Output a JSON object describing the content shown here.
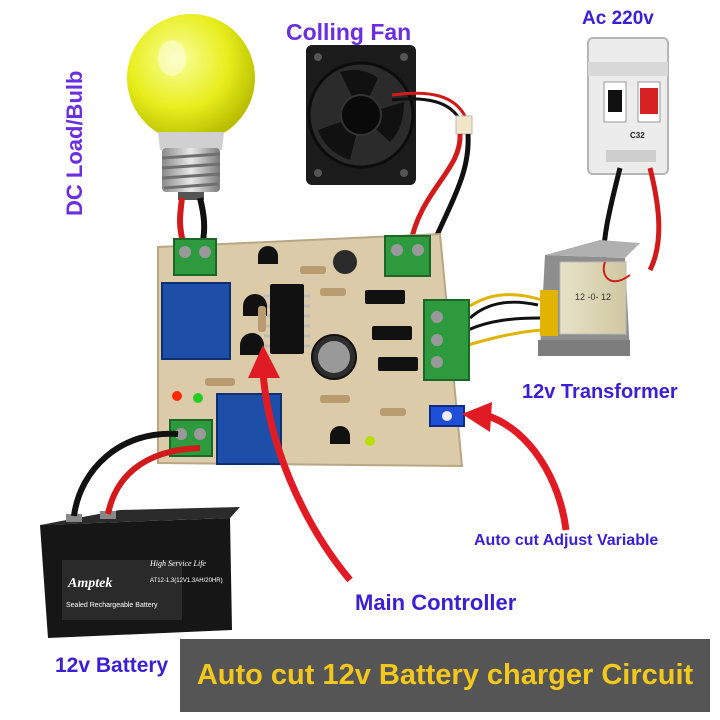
{
  "labels": {
    "fan": "Colling Fan",
    "ac": "Ac 220v",
    "bulb": "DC Load/Bulb",
    "transformer": "12v Transformer",
    "auto_cut": "Auto cut Adjust Variable",
    "main_controller": "Main Controller",
    "battery": "12v Battery"
  },
  "banner": {
    "title": "Auto cut 12v Battery charger Circuit"
  },
  "battery": {
    "brand": "Amptek",
    "subtitle": "Sealed Rechargeable Battery",
    "tagline": "High Service Life",
    "model": "AT12-1.3(12V1.3AH/20HR)"
  },
  "transformer": {
    "marking": "12 -0- 12"
  },
  "breaker": {
    "model": "C32"
  },
  "colors": {
    "label": "#6a2fe0",
    "label_dark": "#3b1fd6",
    "banner_bg": "#555555",
    "banner_text": "#f3c81d",
    "pcb": "#d9c8a7",
    "arrow": "#e01b24"
  }
}
